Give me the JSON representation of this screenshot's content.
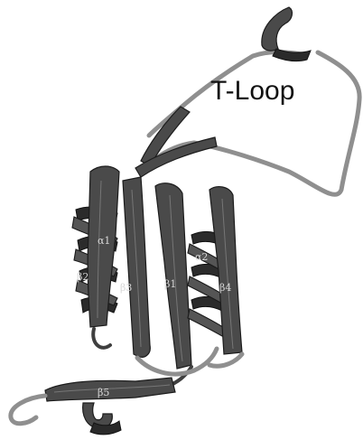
{
  "figure": {
    "region_label": "T-Loop",
    "strand_labels": [
      "β2",
      "β3",
      "β1",
      "β4",
      "β5"
    ],
    "helix_labels": [
      "α1",
      "α2"
    ],
    "colors": {
      "ribbon_dark": "#2b2b2b",
      "ribbon_mid": "#4a4a4a",
      "coil": "#8f8f8f",
      "background": "#ffffff"
    }
  }
}
